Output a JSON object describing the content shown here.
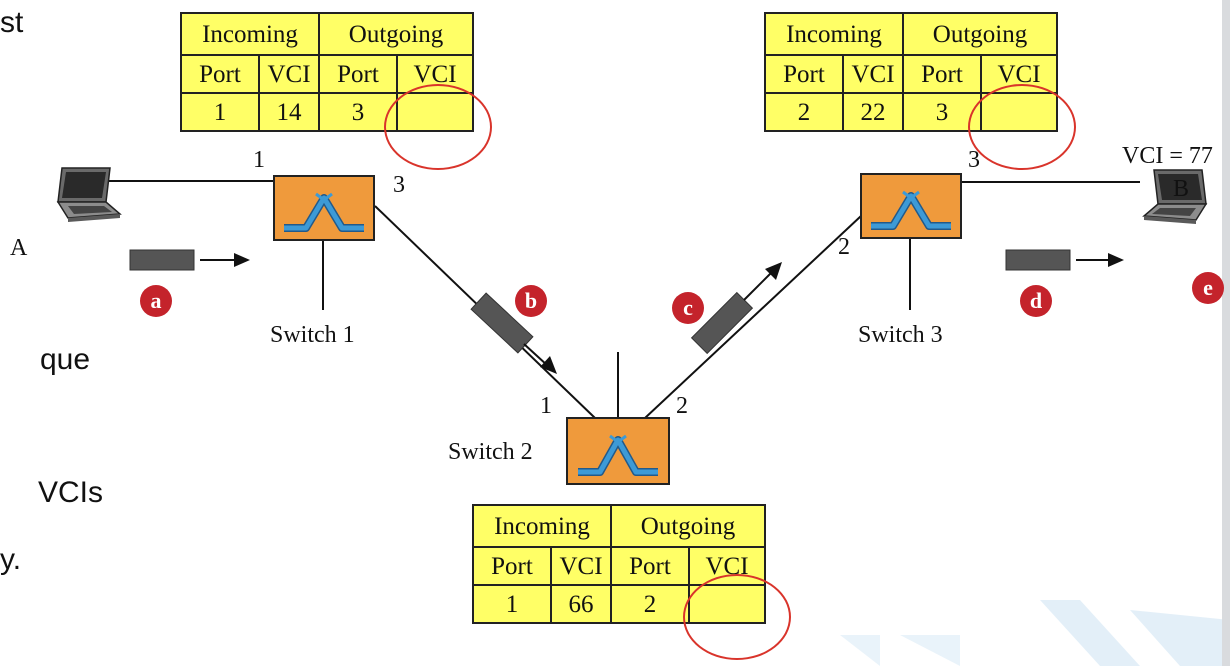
{
  "slide_fragments": [
    "st",
    "que",
    "VCIs",
    "y."
  ],
  "hosts": {
    "a": "A",
    "b": "B"
  },
  "vci_label": "VCI = 77",
  "switches": {
    "s1": {
      "name": "Switch 1",
      "port_in": "1",
      "port_out": "3"
    },
    "s2": {
      "name": "Switch 2",
      "port_in": "1",
      "port_out": "2"
    },
    "s3": {
      "name": "Switch 3",
      "port_in": "2",
      "port_out": "3"
    }
  },
  "tables": {
    "headers": {
      "incoming": "Incoming",
      "outgoing": "Outgoing",
      "port": "Port",
      "vci": "VCI"
    },
    "s1": {
      "in_port": "1",
      "in_vci": "14",
      "out_port": "3",
      "out_vci": ""
    },
    "s2": {
      "in_port": "1",
      "in_vci": "66",
      "out_port": "2",
      "out_vci": ""
    },
    "s3": {
      "in_port": "2",
      "in_vci": "22",
      "out_port": "3",
      "out_vci": ""
    }
  },
  "steps": [
    "a",
    "b",
    "c",
    "d",
    "e"
  ],
  "colors": {
    "switch_fill": "#ef9a3c",
    "switch_icon": "#3d9ad6",
    "table_fill": "#ffff66",
    "badge": "#c4232b",
    "ring": "#d9342b",
    "frame": "#555555"
  }
}
